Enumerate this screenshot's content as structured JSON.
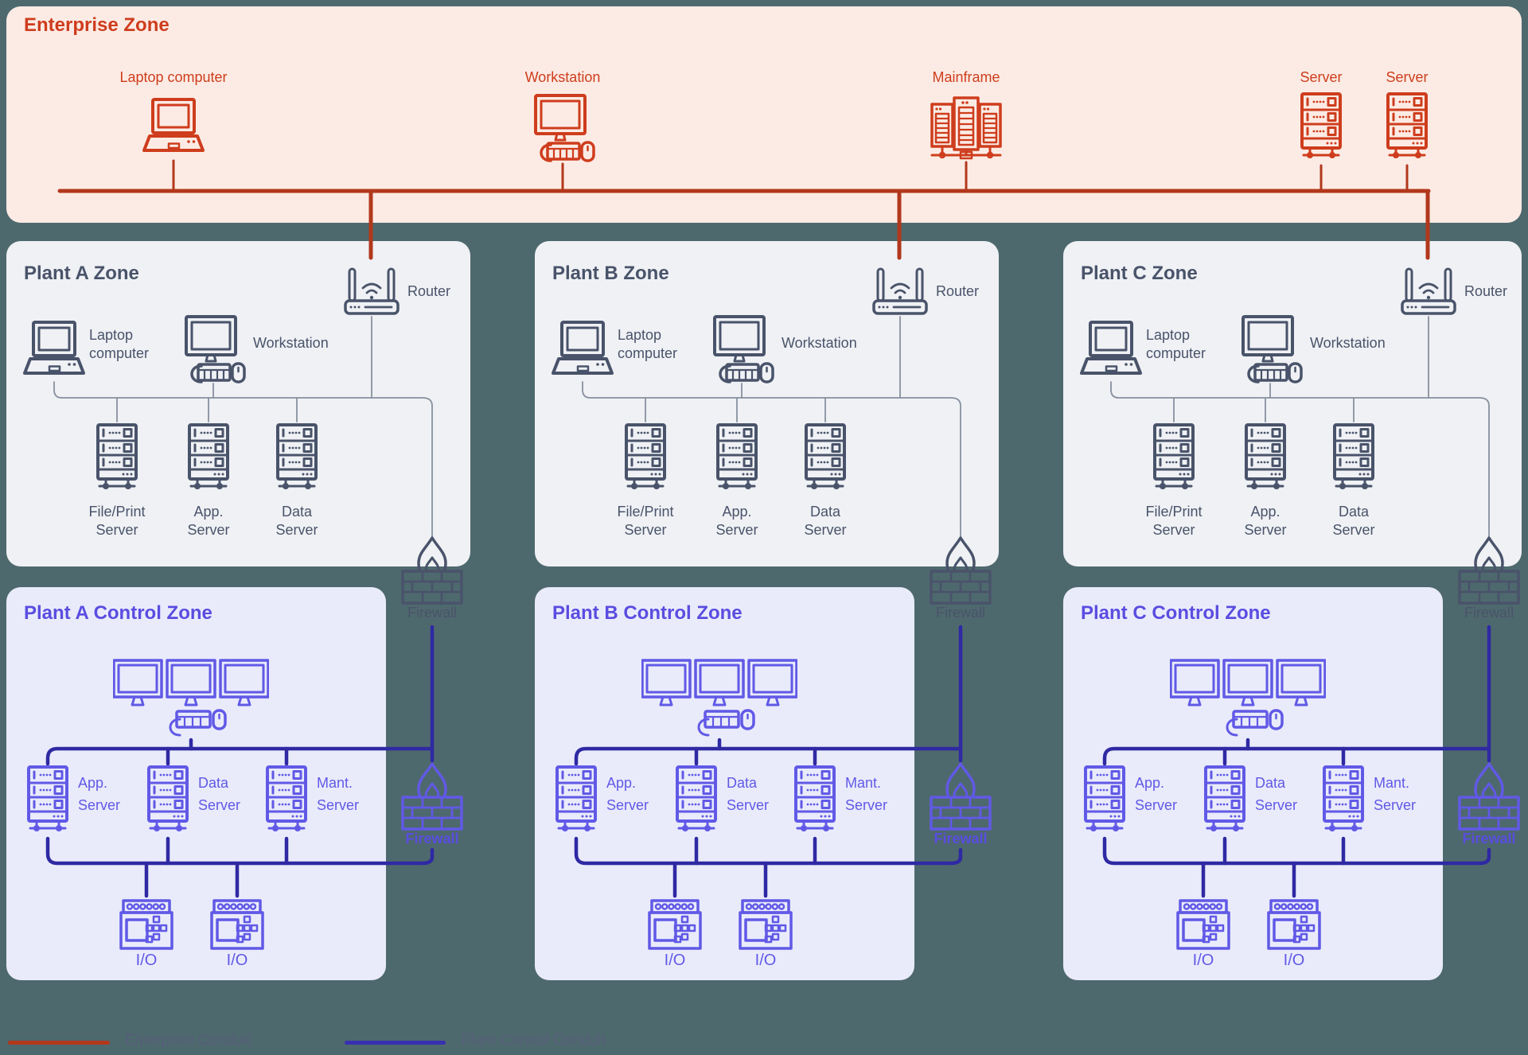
{
  "colors": {
    "background": "#4e696e",
    "enterprise_bg": "#fcebe4",
    "enterprise_accent": "#ce3d1d",
    "enterprise_conduit": "#b2381c",
    "plant_bg": "#eff1f4",
    "plant_accent": "#49536a",
    "connector_gray": "#87909f",
    "control_bg": "#e9ebfb",
    "control_accent": "#6159e6",
    "control_title": "#5a4de0",
    "control_conduit": "#2f29a3",
    "legend_text": "#565e79"
  },
  "enterprise": {
    "title": "Enterprise Zone",
    "devices": [
      {
        "label": "Laptop computer",
        "icon": "laptop"
      },
      {
        "label": "Workstation",
        "icon": "workstation"
      },
      {
        "label": "Mainframe",
        "icon": "mainframe"
      },
      {
        "label": "Server",
        "icon": "server"
      },
      {
        "label": "Server",
        "icon": "server"
      }
    ]
  },
  "plants": [
    {
      "zone_title": "Plant A Zone",
      "laptop_label": "Laptop computer",
      "workstation_label": "Workstation",
      "router_label": "Router",
      "servers": [
        {
          "label": "File/Print Server"
        },
        {
          "label": "App. Server"
        },
        {
          "label": "Data Server"
        }
      ],
      "firewall_label": "Firewall",
      "control": {
        "title": "Plant A Control Zone",
        "servers": [
          {
            "label": "App. Server"
          },
          {
            "label": "Data Server"
          },
          {
            "label": "Mant. Server"
          }
        ],
        "firewall_label": "Firewall",
        "io_labels": [
          "I/O",
          "I/O"
        ]
      }
    },
    {
      "zone_title": "Plant B Zone",
      "laptop_label": "Laptop computer",
      "workstation_label": "Workstation",
      "router_label": "Router",
      "servers": [
        {
          "label": "File/Print Server"
        },
        {
          "label": "App. Server"
        },
        {
          "label": "Data Server"
        }
      ],
      "firewall_label": "Firewall",
      "control": {
        "title": "Plant B Control Zone",
        "servers": [
          {
            "label": "App. Server"
          },
          {
            "label": "Data Server"
          },
          {
            "label": "Mant. Server"
          }
        ],
        "firewall_label": "Firewall",
        "io_labels": [
          "I/O",
          "I/O"
        ]
      }
    },
    {
      "zone_title": "Plant C Zone",
      "laptop_label": "Laptop computer",
      "workstation_label": "Workstation",
      "router_label": "Router",
      "servers": [
        {
          "label": "File/Print Server"
        },
        {
          "label": "App. Server"
        },
        {
          "label": "Data Server"
        }
      ],
      "firewall_label": "Firewall",
      "control": {
        "title": "Plant C Control Zone",
        "servers": [
          {
            "label": "App. Server"
          },
          {
            "label": "Data Server"
          },
          {
            "label": "Mant. Server"
          }
        ],
        "firewall_label": "Firewall",
        "io_labels": [
          "I/O",
          "I/O"
        ]
      }
    }
  ],
  "legend": {
    "items": [
      {
        "label": "Enterprise Conduit",
        "color": "#b2381c"
      },
      {
        "label": "Plant Control Conduit",
        "color": "#3730b0"
      }
    ]
  }
}
